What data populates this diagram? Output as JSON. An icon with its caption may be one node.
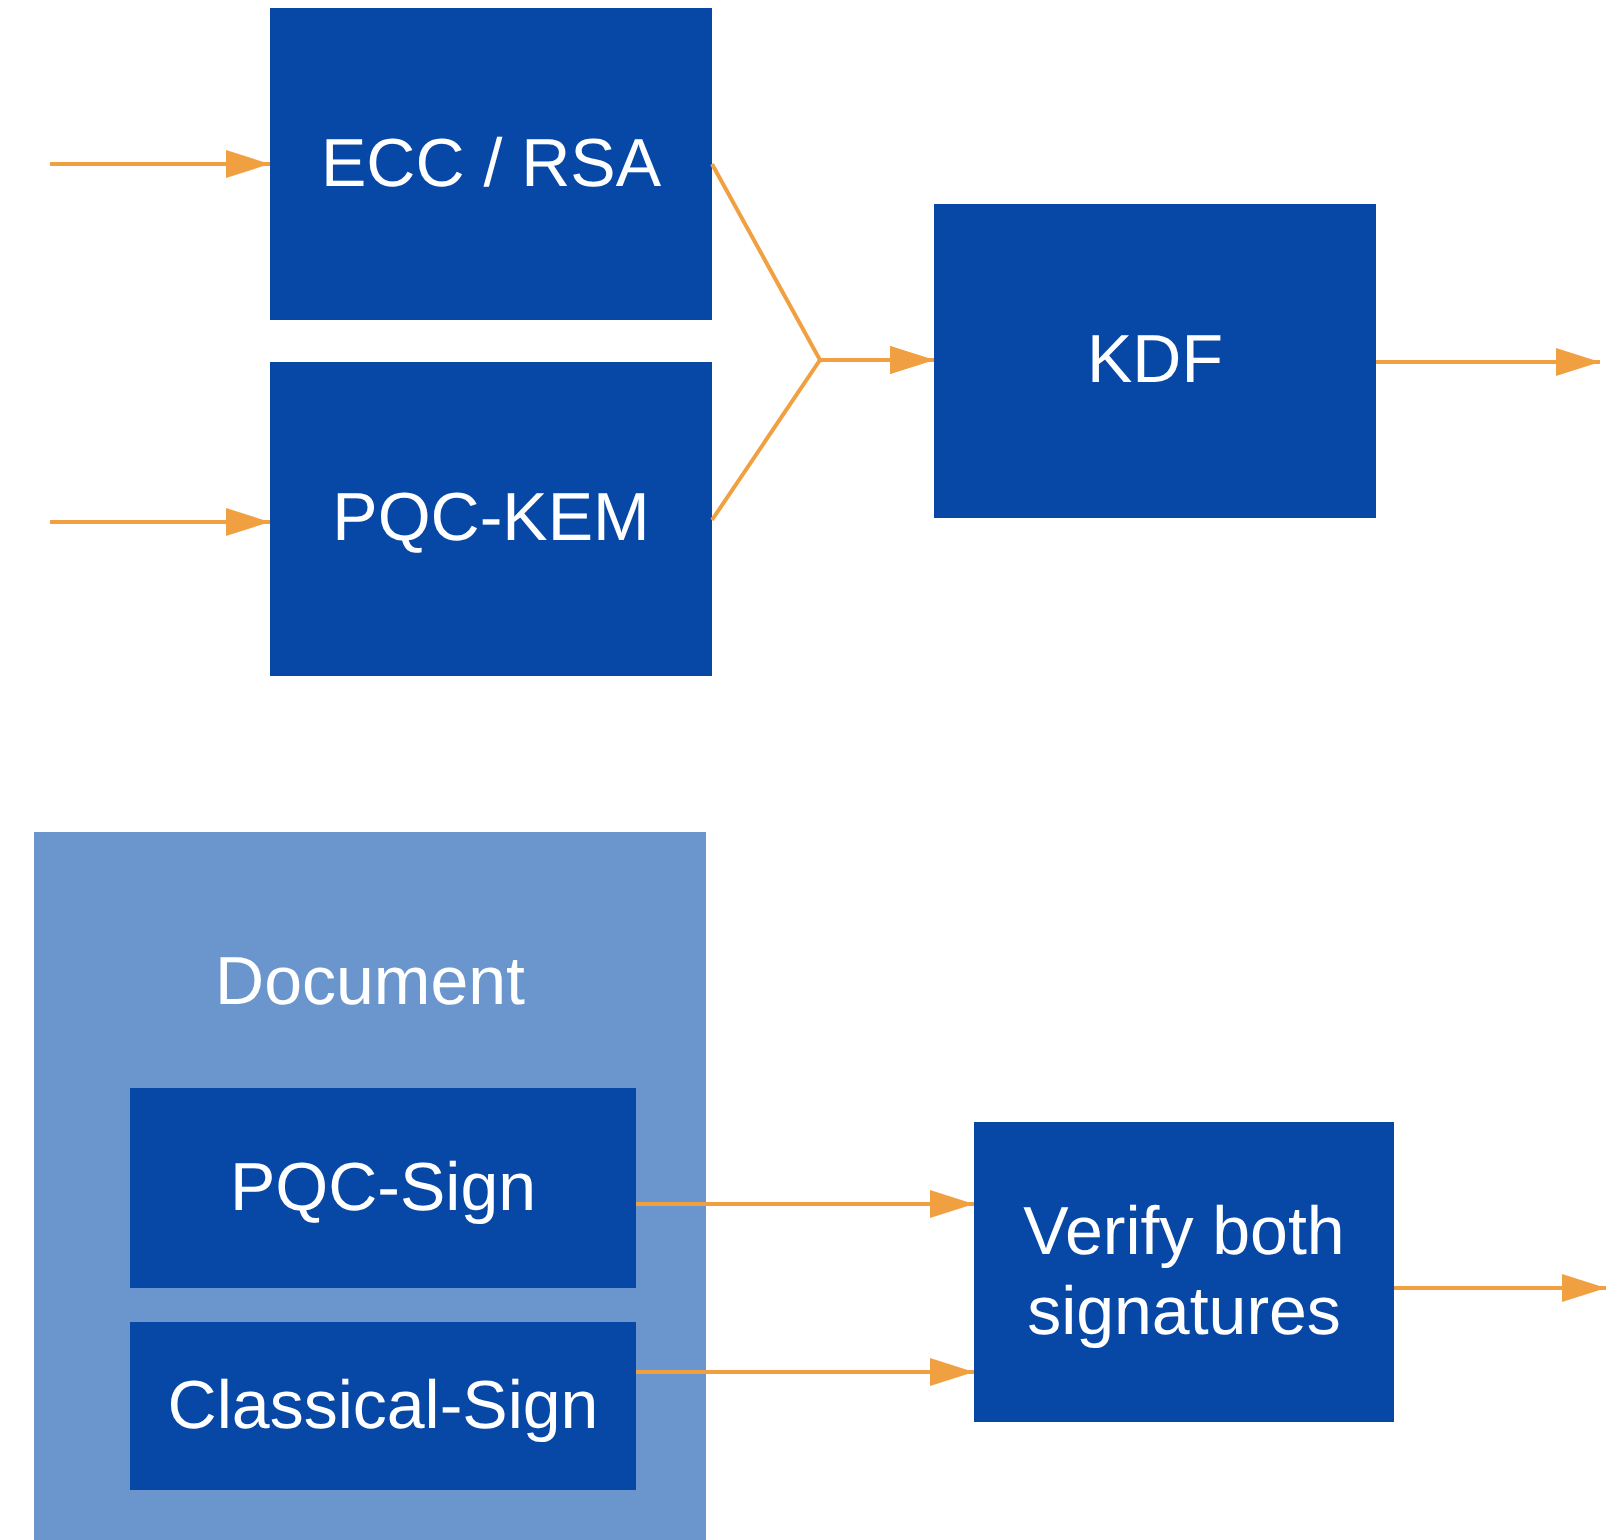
{
  "diagram": {
    "nodes": [
      {
        "text": [
          "ECC / RSA"
        ]
      },
      {
        "text": [
          "PQC-KEM"
        ]
      },
      {
        "text": [
          "KDF"
        ]
      },
      {
        "text": [
          "Document"
        ]
      },
      {
        "text": [
          "PQC-Sign"
        ],
        "in": 3
      },
      {
        "text": [
          "Classical-Sign"
        ],
        "in": 3
      },
      {
        "text": [
          "Verify both signatures"
        ]
      }
    ],
    "edges": [
      {
        "from": null,
        "to": 0,
        "arrow": "to"
      },
      {
        "from": null,
        "to": 1,
        "arrow": "to"
      },
      {
        "from": 0,
        "to": 2,
        "arrow": "to"
      },
      {
        "from": 1,
        "to": 2,
        "arrow": "to"
      },
      {
        "from": 2,
        "to": null,
        "arrow": "to"
      },
      {
        "from": 4,
        "to": 6,
        "arrow": "to"
      },
      {
        "from": 5,
        "to": 6,
        "arrow": "to"
      },
      {
        "from": 6,
        "to": null,
        "arrow": "to"
      }
    ]
  }
}
